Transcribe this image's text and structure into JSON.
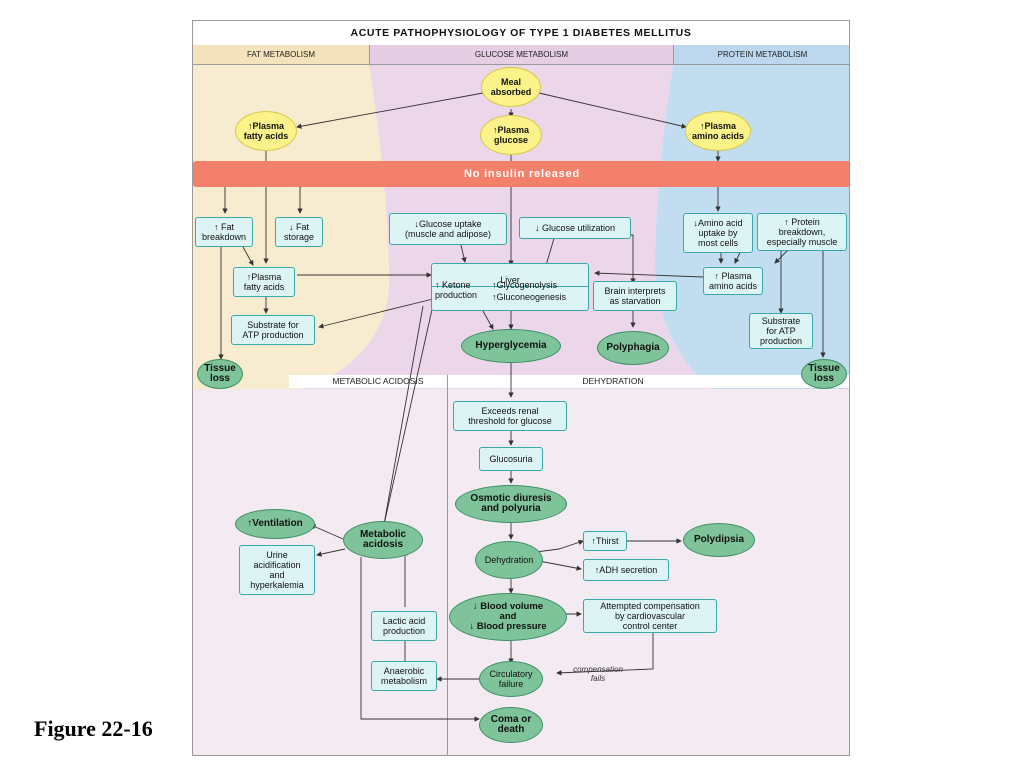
{
  "title": "ACUTE PATHOPHYSIOLOGY OF TYPE 1 DIABETES MELLITUS",
  "figure_label": "Figure 22-16",
  "columns": {
    "fat": "FAT METABOLISM",
    "glucose": "GLUCOSE METABOLISM",
    "protein": "PROTEIN METABOLISM"
  },
  "sections": {
    "acidosis": "METABOLIC   ACIDOSIS",
    "dehydration": "DEHYDRATION"
  },
  "colors": {
    "fat": "#f7ecd0",
    "glucose": "#ecd6ea",
    "protein": "#c2dcf0",
    "bar": "#f2806a",
    "box": "#ddf4f4",
    "oval_yellow": "#fbf28a",
    "oval_green": "#7fc39a"
  },
  "nodes": {
    "meal": "Meal\nabsorbed",
    "plasma_fa_top": "↑Plasma\nfatty acids",
    "plasma_glucose": "↑Plasma\nglucose",
    "plasma_aa_top": "↑Plasma\namino acids",
    "no_insulin": "No insulin released",
    "fat_breakdown": "↑ Fat\nbreakdown",
    "fat_storage": "↓ Fat\nstorage",
    "glucose_uptake": "↓Glucose uptake\n(muscle and adipose)",
    "glucose_util": "↓ Glucose utilization",
    "aa_uptake": "↓Amino acid\nuptake by\nmost cells",
    "protein_breakdown": "↑ Protein\nbreakdown,\nespecially muscle",
    "plasma_fa_mid": "↑Plasma\nfatty acids",
    "liver": "Liver",
    "ketone": "↑ Ketone\nproduction",
    "glyco": "↑Glycogenolysis\n↑Gluconeogenesis",
    "brain": "Brain interprets\nas starvation",
    "plasma_aa_mid": "↑ Plasma\namino acids",
    "substrate_fat": "Substrate for\nATP production",
    "substrate_protein": "Substrate\nfor ATP\nproduction",
    "hyperglycemia": "Hyperglycemia",
    "polyphagia": "Polyphagia",
    "tissue_loss_left": "Tissue\nloss",
    "tissue_loss_right": "Tissue\nloss",
    "renal": "Exceeds renal\nthreshold for glucose",
    "glucosuria": "Glucosuria",
    "osmotic": "Osmotic diuresis\nand polyuria",
    "ventilation": "↑Ventilation",
    "metabolic_acidosis": "Metabolic\nacidosis",
    "urine": "Urine\nacidification\nand\nhyperkalemia",
    "dehydration": "Dehydration",
    "thirst": "↑Thirst",
    "polydipsia": "Polydipsia",
    "adh": "↑ADH secretion",
    "blood_volume": "↓ Blood volume\nand\n↓ Blood pressure",
    "compensation": "Attempted compensation\nby cardiovascular\ncontrol center",
    "lactic": "Lactic acid\nproduction",
    "anaerobic": "Anaerobic\nmetabolism",
    "circulatory": "Circulatory\nfailure",
    "coma": "Coma or\ndeath"
  },
  "labels": {
    "compensation_fails": "compensation\nfails"
  }
}
